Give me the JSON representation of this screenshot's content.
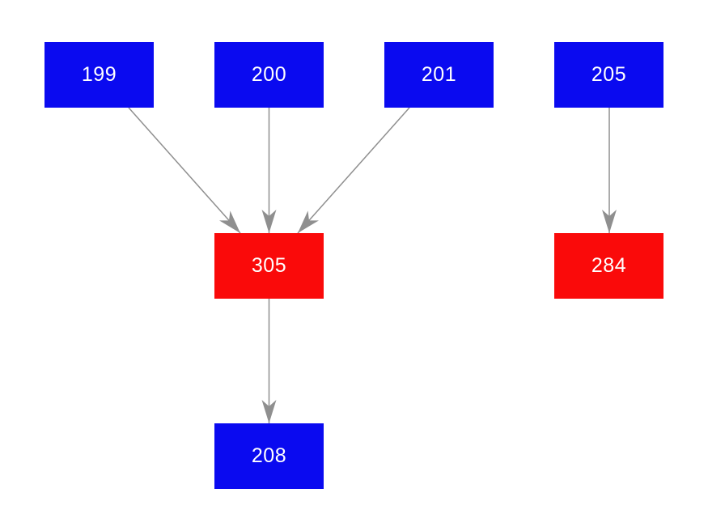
{
  "diagram": {
    "type": "directed-graph",
    "background": "#ffffff",
    "colors": {
      "node_blue": "#0a0af0",
      "node_red": "#fa0a0a",
      "edge_gray": "#8f8f8f",
      "node_text": "#ffffff"
    },
    "nodes": [
      {
        "id": "199",
        "label": "199",
        "color": "blue",
        "row": "top"
      },
      {
        "id": "200",
        "label": "200",
        "color": "blue",
        "row": "top"
      },
      {
        "id": "201",
        "label": "201",
        "color": "blue",
        "row": "top"
      },
      {
        "id": "205",
        "label": "205",
        "color": "blue",
        "row": "top"
      },
      {
        "id": "305",
        "label": "305",
        "color": "red",
        "row": "middle"
      },
      {
        "id": "284",
        "label": "284",
        "color": "red",
        "row": "middle"
      },
      {
        "id": "208",
        "label": "208",
        "color": "blue",
        "row": "bottom"
      }
    ],
    "edges": [
      {
        "from": "199",
        "to": "305"
      },
      {
        "from": "200",
        "to": "305"
      },
      {
        "from": "201",
        "to": "305"
      },
      {
        "from": "205",
        "to": "284"
      },
      {
        "from": "305",
        "to": "208"
      }
    ]
  }
}
